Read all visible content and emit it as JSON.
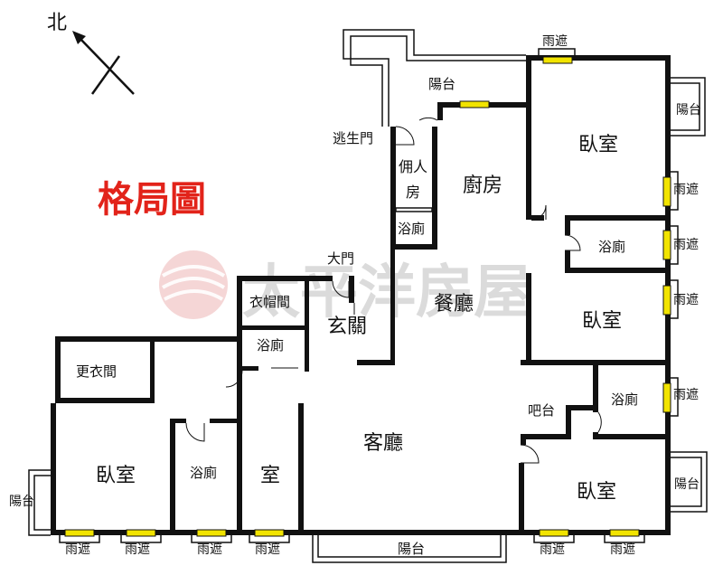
{
  "title": "格局圖",
  "compass": {
    "label": "北"
  },
  "watermark": "太平洋房屋",
  "rooms": {
    "balcony_top": "陽台",
    "escape_door": "逃生門",
    "maid_room": "佣人房",
    "maid_bath": "浴廁",
    "kitchen": "廚房",
    "main_door": "大門",
    "cloakroom": "衣帽間",
    "entry": "玄關",
    "entry_bath": "浴廁",
    "dining": "餐廳",
    "living": "客廳",
    "bar": "吧台",
    "bed_ne": "臥室",
    "bath_ne": "浴廁",
    "bed_e": "臥室",
    "bath_se": "浴廁",
    "bed_se": "臥室",
    "dressing": "更衣間",
    "bed_w": "臥室",
    "bath_w": "浴廁",
    "room_small": "室",
    "balcony_w": "陽台",
    "balcony_e": "陽台",
    "balcony_ne": "陽台",
    "balcony_bottom": "陽台"
  },
  "canopy": "雨遮",
  "colors": {
    "title": "#e2231a",
    "window": "#f2e400",
    "wall": "#111111",
    "watermark": "#9a9a9a"
  }
}
